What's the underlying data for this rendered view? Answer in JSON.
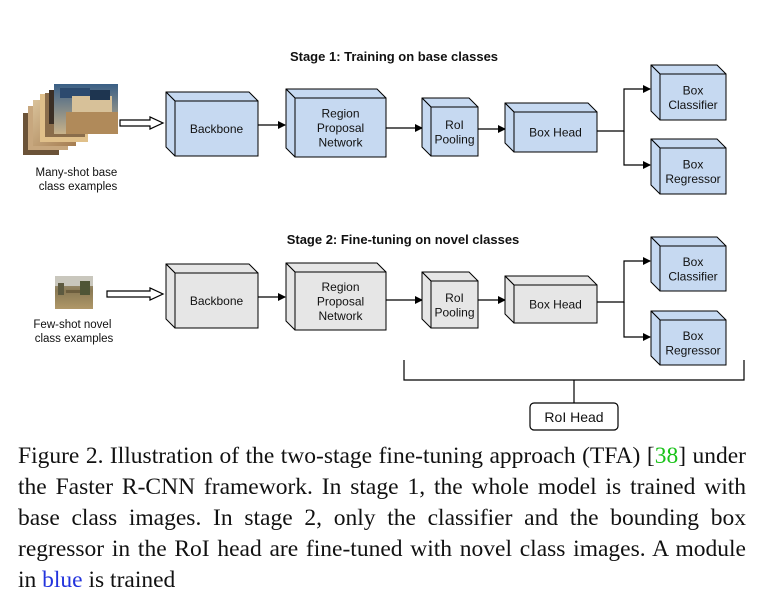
{
  "figure": {
    "stage1": {
      "title": "Stage 1: Training on base classes",
      "input_label": [
        "Many-shot base",
        "class examples"
      ],
      "modules": {
        "backbone": [
          "Backbone"
        ],
        "rpn": [
          "Region",
          "Proposal",
          "Network"
        ],
        "roi_pooling": [
          "RoI",
          "Pooling"
        ],
        "box_head": [
          "Box Head"
        ],
        "box_classifier": [
          "Box",
          "Classifier"
        ],
        "box_regressor": [
          "Box",
          "Regressor"
        ]
      }
    },
    "stage2": {
      "title": "Stage 2: Fine-tuning on novel classes",
      "input_label": [
        "Few-shot novel",
        "class examples"
      ],
      "modules": {
        "backbone": [
          "Backbone"
        ],
        "rpn": [
          "Region",
          "Proposal",
          "Network"
        ],
        "roi_pooling": [
          "RoI",
          "Pooling"
        ],
        "box_head": [
          "Box Head"
        ],
        "box_classifier": [
          "Box",
          "Classifier"
        ],
        "box_regressor": [
          "Box",
          "Regressor"
        ]
      }
    },
    "roi_head_label": "RoI Head",
    "colors": {
      "trained": "#c6d9f1",
      "frozen": "#e6e6e6"
    }
  },
  "caption": {
    "part1": "Figure 2. Illustration of the two-stage fine-tuning approach (TFA) [",
    "cite": "38",
    "part2": "] under the Faster R-CNN framework. In stage 1, the whole model is trained with base class images. In stage 2, only the classifier and the bounding box regressor in the RoI head are fine-tuned with novel class images. A module in ",
    "blue_word": "blue",
    "part3": " is trained"
  }
}
